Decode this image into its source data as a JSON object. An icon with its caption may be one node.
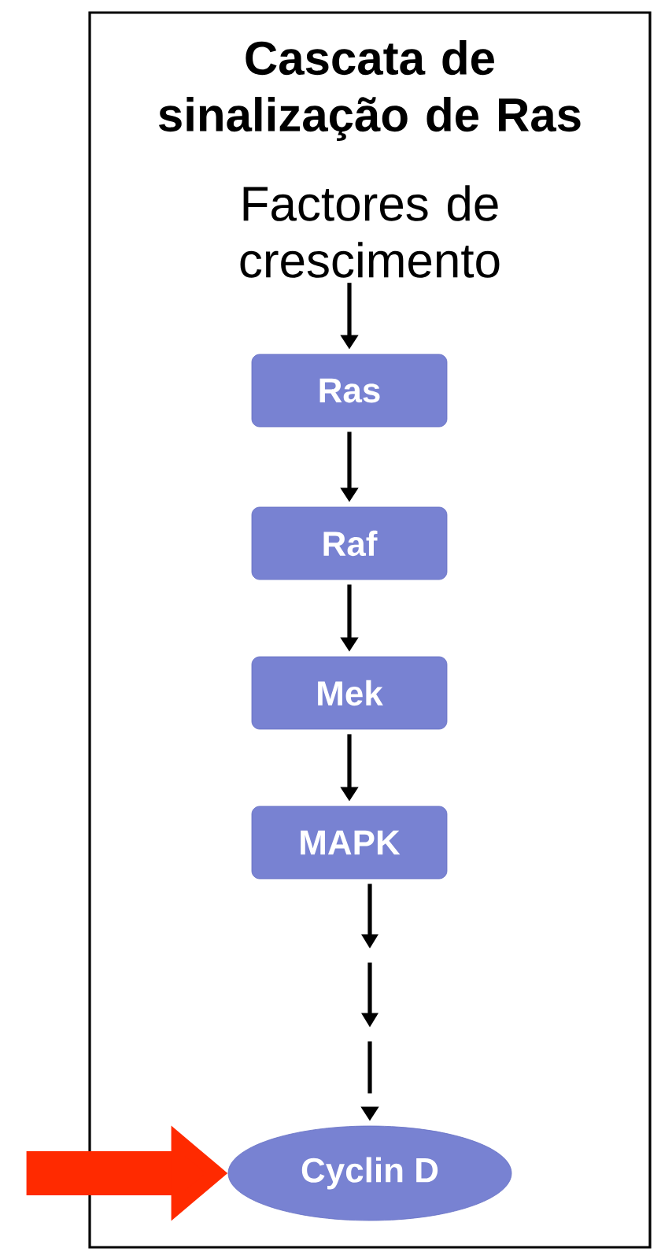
{
  "diagram": {
    "nodes": [
      {
        "text": [
          "Cascata de sinalização de Ras"
        ]
      },
      {
        "text": [
          "Factores de crescimento"
        ],
        "in": 0
      },
      {
        "text": [
          "Ras"
        ],
        "in": 0
      },
      {
        "text": [
          "Raf"
        ],
        "in": 0
      },
      {
        "text": [
          "Mek"
        ],
        "in": 0
      },
      {
        "text": [
          "MAPK"
        ],
        "in": 0
      },
      {
        "text": [
          "Cyclin D"
        ],
        "in": 0
      }
    ],
    "edges": [
      {
        "from": 1,
        "to": 2,
        "arrow": "to"
      },
      {
        "from": 2,
        "to": 3,
        "arrow": "to"
      },
      {
        "from": 3,
        "to": 4,
        "arrow": "to"
      },
      {
        "from": 4,
        "to": 5,
        "arrow": "to"
      },
      {
        "from": 5,
        "to": 6,
        "arrow": "to",
        "style": "dashed"
      },
      {
        "from": null,
        "to": 6,
        "arrow": "to",
        "style": "thick",
        "color": "#ff2a00"
      }
    ]
  }
}
